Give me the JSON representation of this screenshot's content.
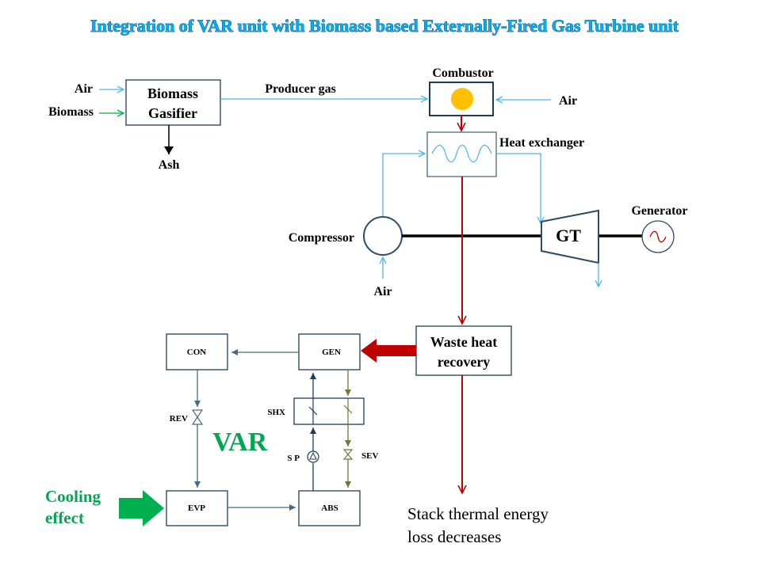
{
  "title": "Integration of VAR unit with Biomass based Externally-Fired Gas Turbine unit",
  "inputs": {
    "air_top": "Air",
    "biomass": "Biomass",
    "air_comb": "Air",
    "air_comp": "Air"
  },
  "gasifier": {
    "line1": "Biomass",
    "line2": "Gasifier"
  },
  "ash": "Ash",
  "producer_gas": "Producer gas",
  "combustor": "Combustor",
  "heat_exchanger": "Heat exchanger",
  "compressor": "Compressor",
  "gt": "GT",
  "generator": "Generator",
  "waste_heat": {
    "line1": "Waste heat",
    "line2": "recovery"
  },
  "stack": {
    "line1": "Stack thermal energy",
    "line2": "loss decreases"
  },
  "var_unit": {
    "title": "VAR",
    "con": "CON",
    "gen": "GEN",
    "shx": "SHX",
    "rev": "REV",
    "sp": "S P",
    "sev": "SEV",
    "evp": "EVP",
    "abs": "ABS"
  },
  "cooling": {
    "line1": "Cooling",
    "line2": "effect"
  },
  "colors": {
    "title_fill": "#00b0f0",
    "title_outline": "#1f3864",
    "air_line": "#4db8e8",
    "biomass_line": "#00b050",
    "hot_gas": "#c00000",
    "var_green": "#00a651",
    "box_border": "#1f3b5a",
    "combustor_flame": "#ffc000",
    "solution_line": "#6b7a3a"
  }
}
